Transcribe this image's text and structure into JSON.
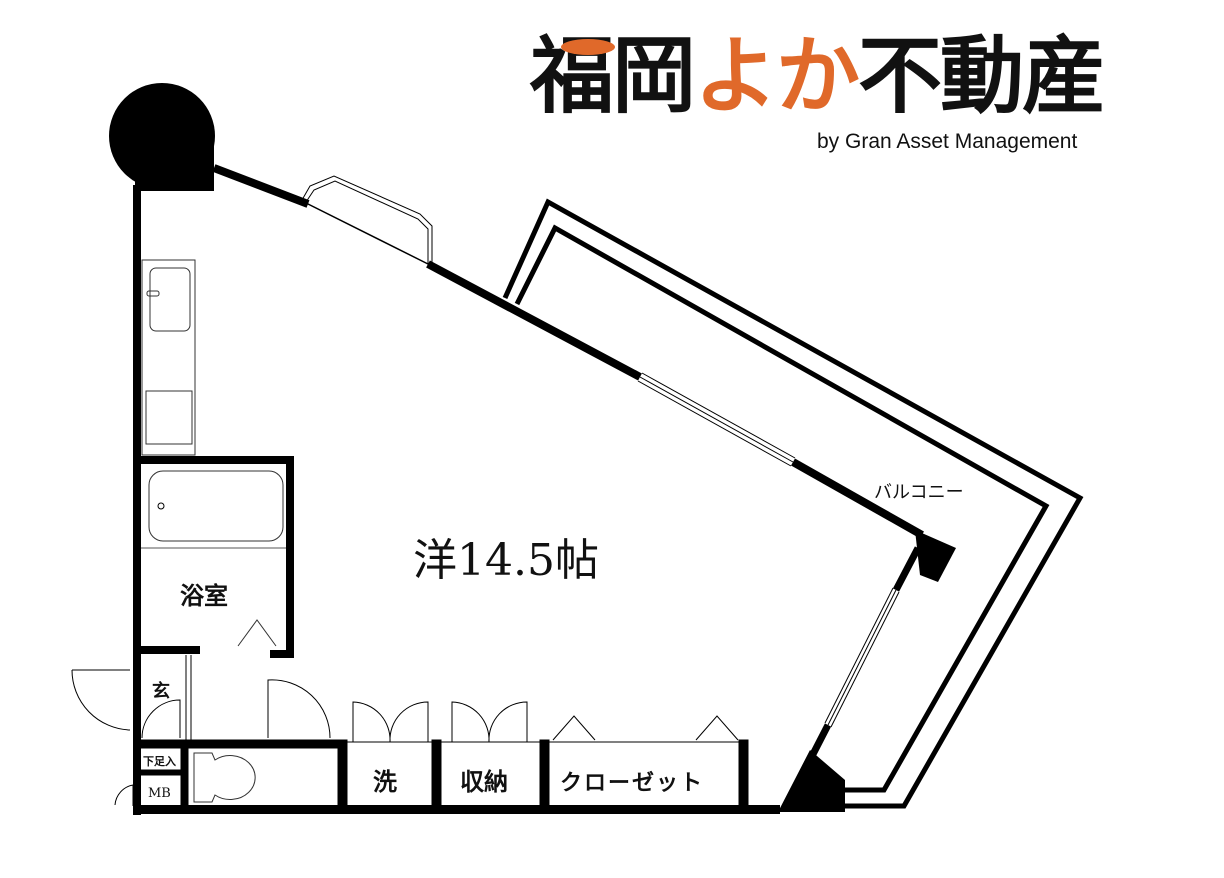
{
  "logo": {
    "part1": "福岡",
    "part2": "よか",
    "part3": "不動産",
    "subtitle": "by Gran Asset Management",
    "brand_color_orange": "#e0692a",
    "brand_color_black": "#111111"
  },
  "floorplan": {
    "rooms": {
      "main_room": "洋14.5帖",
      "bathroom": "浴室",
      "entrance": "玄",
      "shoe_storage": "下足入",
      "meter_box": "MB",
      "laundry": "洗",
      "storage": "収納",
      "closet": "クローゼット",
      "balcony": "バルコニー"
    },
    "icons": [
      "kitchen-sink-icon",
      "stove-icon",
      "bathtub-icon",
      "toilet-icon",
      "door-swing-icon",
      "window-icon"
    ]
  }
}
